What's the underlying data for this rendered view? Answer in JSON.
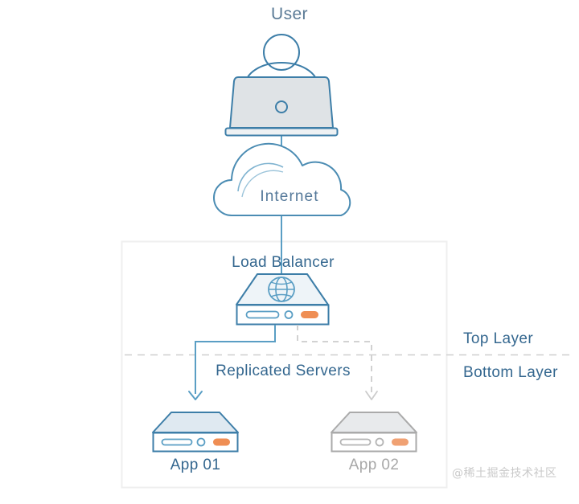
{
  "diagram": {
    "title_user": "User",
    "title_internet": "Internet",
    "title_load_balancer": "Load Balancer",
    "title_replicated_servers": "Replicated Servers",
    "layers": {
      "top": "Top Layer",
      "bottom": "Bottom Layer"
    },
    "servers": [
      {
        "name": "App 01",
        "state": "active"
      },
      {
        "name": "App 02",
        "state": "inactive"
      }
    ],
    "watermark": "@稀土掘金技术社区",
    "colors": {
      "accent_blue": "#3d7ea8",
      "line_blue": "#5a9ec4",
      "text_blue": "#34678f",
      "muted_grey": "#a8a8a8",
      "fill_light": "#e7ecef",
      "fill_pale_blue": "#dfe9f1",
      "orange": "#ef8e54",
      "container_border": "#efefef",
      "dashed_grey": "#cccccc"
    }
  }
}
